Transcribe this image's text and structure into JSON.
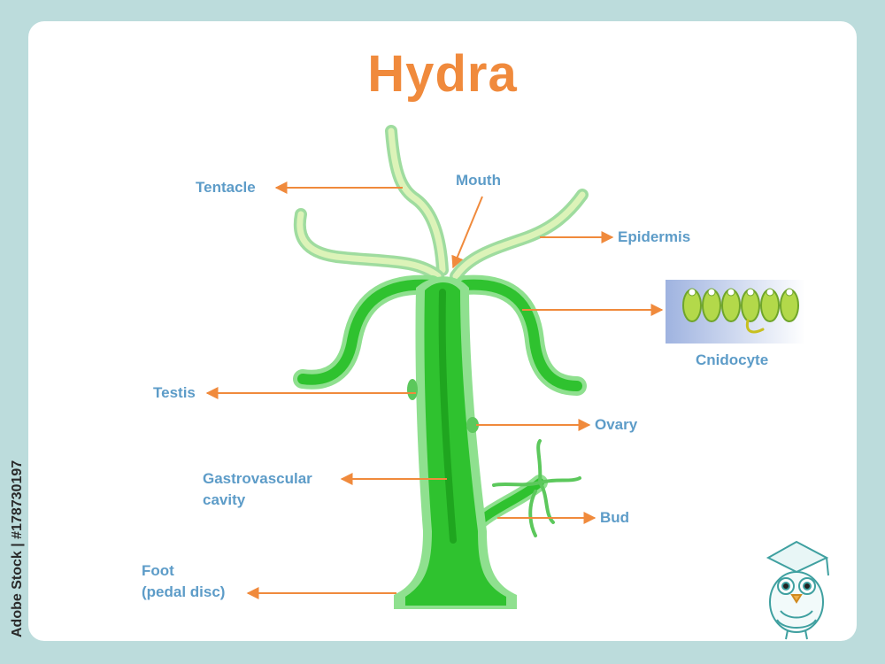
{
  "title": "Hydra",
  "labels": {
    "tentacle": "Tentacle",
    "mouth": "Mouth",
    "epidermis": "Epidermis",
    "cnidocyte": "Cnidocyte",
    "testis": "Testis",
    "ovary": "Ovary",
    "gastro_line1": "Gastrovascular",
    "gastro_line2": "cavity",
    "bud": "Bud",
    "foot_line1": "Foot",
    "foot_line2": "(pedal disc)"
  },
  "watermark": "Adobe Stock | #178730197",
  "colors": {
    "background": "#bcdcdc",
    "title": "#f08a3c",
    "label": "#5d9cc8",
    "arrow": "#f08a3c",
    "body_green": "#2fc22f",
    "body_light": "#8fe08f",
    "tentacle_light": "#d4f0a8"
  },
  "icons": {
    "mascot": "owl-graduate-icon"
  }
}
